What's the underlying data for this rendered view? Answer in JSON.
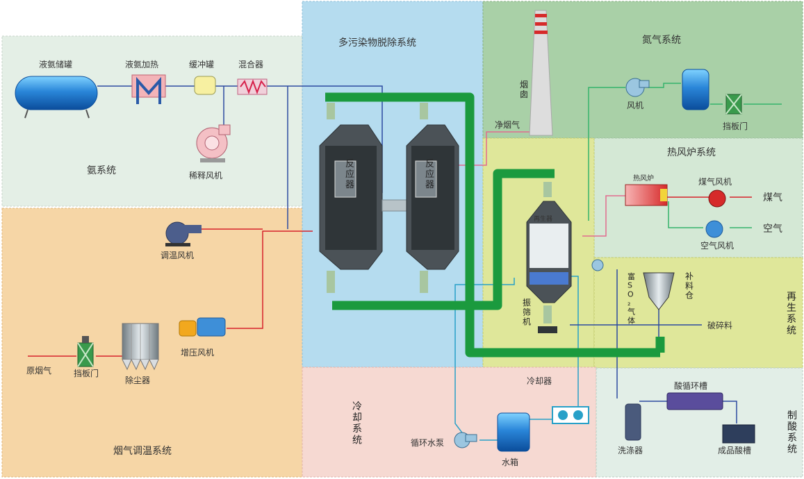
{
  "systems": {
    "ammonia": "氨系统",
    "flue_gas_temp": "烟气调温系统",
    "multi_pollutant": "多污染物脱除系统",
    "nitrogen": "氮气系统",
    "hot_air_furnace": "热风炉系统",
    "regeneration": "再生系统",
    "cooling": "冷却系统",
    "acid_making": "制酸系统"
  },
  "labels": {
    "liquid_ammonia_tank": "液氨储罐",
    "liquid_ammonia_heating": "液氨加热",
    "buffer_tank": "缓冲罐",
    "mixer": "混合器",
    "dilution_fan": "稀释风机",
    "temp_adjust_fan": "调温风机",
    "raw_flue_gas": "原烟气",
    "damper": "挡板门",
    "dust_collector": "除尘器",
    "booster_fan": "增压风机",
    "reactor": "反应器",
    "chimney": "烟囱",
    "clean_flue_gas": "净烟气",
    "fan": "风机",
    "damper_n2": "挡板门",
    "furnace": "热风炉",
    "gas_fan": "煤气风机",
    "gas": "煤气",
    "air": "空气",
    "air_fan": "空气风机",
    "regenerator": "再生器",
    "rich_so2_gas": "富SO₂气体",
    "makeup_bin": "补料仓",
    "broken_material": "破碎料",
    "vibrating_screen": "振筛机",
    "cooler": "冷却器",
    "circulating_pump": "循环水泵",
    "water_tank": "水箱",
    "scrubber": "洗涤器",
    "acid_circulation_tank": "酸循环槽",
    "product_acid_tank": "成品酸槽"
  },
  "colors": {
    "ammonia_zone": "#e4efe6",
    "flue_zone": "#f6d6a6",
    "multi_zone": "#b5dcef",
    "nitrogen_zone": "#a9d0a7",
    "furnace_zone": "#d4e8d5",
    "regen_zone": "#dfe79a",
    "cooling_zone": "#f6d9d2",
    "acid_zone": "#e2eee7",
    "green_duct": "#1b9a3e",
    "red_line": "#d6202a",
    "blue_line": "#2c4aa0",
    "cyan_line": "#27a0c8",
    "pink_line": "#e26b8f"
  }
}
